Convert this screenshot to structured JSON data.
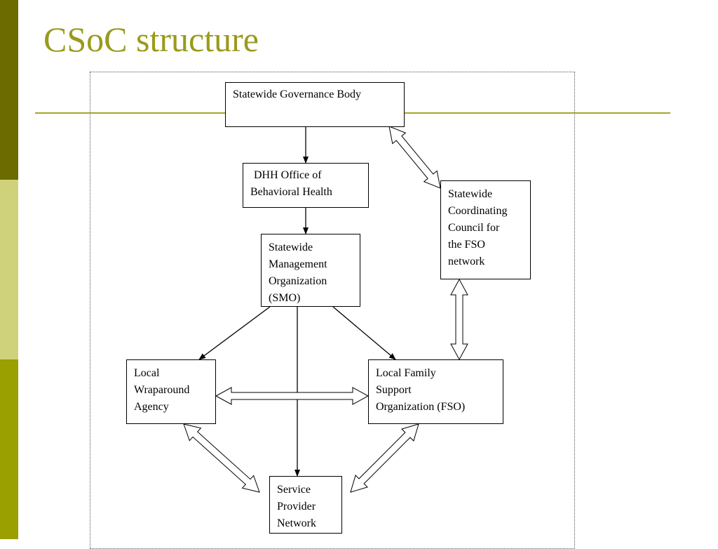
{
  "slide": {
    "title": "CSoC structure"
  },
  "theme": {
    "title_color": "#9a9a1c",
    "rule_color": "#a5a52a",
    "sidebar_colors": [
      "#6b6b00",
      "#cfd27a",
      "#9aa000"
    ],
    "line_color": "#000000"
  },
  "diagram": {
    "nodes": {
      "governance": {
        "lines": [
          "Statewide Governance Body"
        ]
      },
      "dhh": {
        "lines": [
          "DHH Office of",
          "Behavioral Health"
        ]
      },
      "smo": {
        "lines": [
          "Statewide",
          "Management",
          "Organization",
          "(SMO)"
        ]
      },
      "council": {
        "lines": [
          "Statewide",
          "Coordinating",
          "Council for",
          "the FSO",
          "network"
        ]
      },
      "wraparound": {
        "lines": [
          "Local",
          "Wraparound",
          "Agency"
        ]
      },
      "fso": {
        "lines": [
          "Local Family",
          "Support",
          "Organization (FSO)"
        ]
      },
      "provider": {
        "lines": [
          "Service",
          "Provider",
          "Network"
        ]
      }
    },
    "edges": [
      {
        "from": "Statewide Governance Body",
        "to": "DHH Office of Behavioral Health",
        "kind": "arrow"
      },
      {
        "from": "DHH Office of Behavioral Health",
        "to": "Statewide Management Organization (SMO)",
        "kind": "arrow"
      },
      {
        "from": "Statewide Management Organization (SMO)",
        "to": "Local Wraparound Agency",
        "kind": "arrow"
      },
      {
        "from": "Statewide Management Organization (SMO)",
        "to": "Local Family Support Organization (FSO)",
        "kind": "arrow"
      },
      {
        "from": "Statewide Management Organization (SMO)",
        "to": "Service Provider Network",
        "kind": "arrow"
      },
      {
        "from": "Statewide Governance Body",
        "to": "Statewide Coordinating Council for the FSO network",
        "kind": "double-block-arrow"
      },
      {
        "from": "Statewide Coordinating Council for the FSO network",
        "to": "Local Family Support Organization (FSO)",
        "kind": "double-block-arrow"
      },
      {
        "from": "Local Wraparound Agency",
        "to": "Local Family Support Organization (FSO)",
        "kind": "double-block-arrow"
      },
      {
        "from": "Local Wraparound Agency",
        "to": "Service Provider Network",
        "kind": "double-block-arrow"
      },
      {
        "from": "Local Family Support Organization (FSO)",
        "to": "Service Provider Network",
        "kind": "double-block-arrow"
      }
    ]
  }
}
